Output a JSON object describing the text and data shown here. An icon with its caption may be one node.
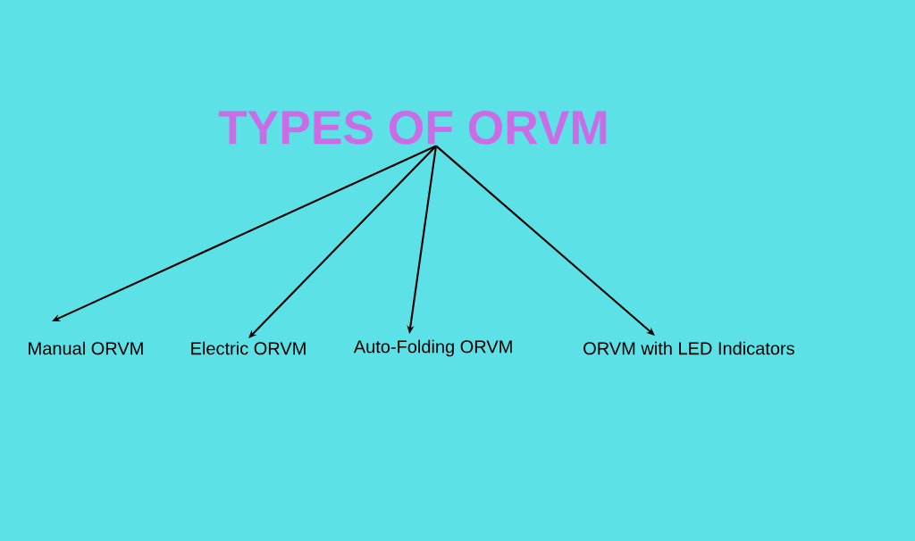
{
  "diagram": {
    "nodes": [
      {
        "text": [
          "TYPES OF ORVM"
        ]
      },
      {
        "text": [
          "Manual ORVM"
        ]
      },
      {
        "text": [
          "Electric ORVM"
        ]
      },
      {
        "text": [
          "Auto-Folding ORVM"
        ]
      },
      {
        "text": [
          "ORVM with LED Indicators"
        ]
      }
    ],
    "edges": [
      {
        "from": 0,
        "to": 1,
        "arrow": "to"
      },
      {
        "from": 0,
        "to": 2,
        "arrow": "to"
      },
      {
        "from": 0,
        "to": 3,
        "arrow": "to"
      },
      {
        "from": 0,
        "to": 4,
        "arrow": "to"
      }
    ]
  }
}
